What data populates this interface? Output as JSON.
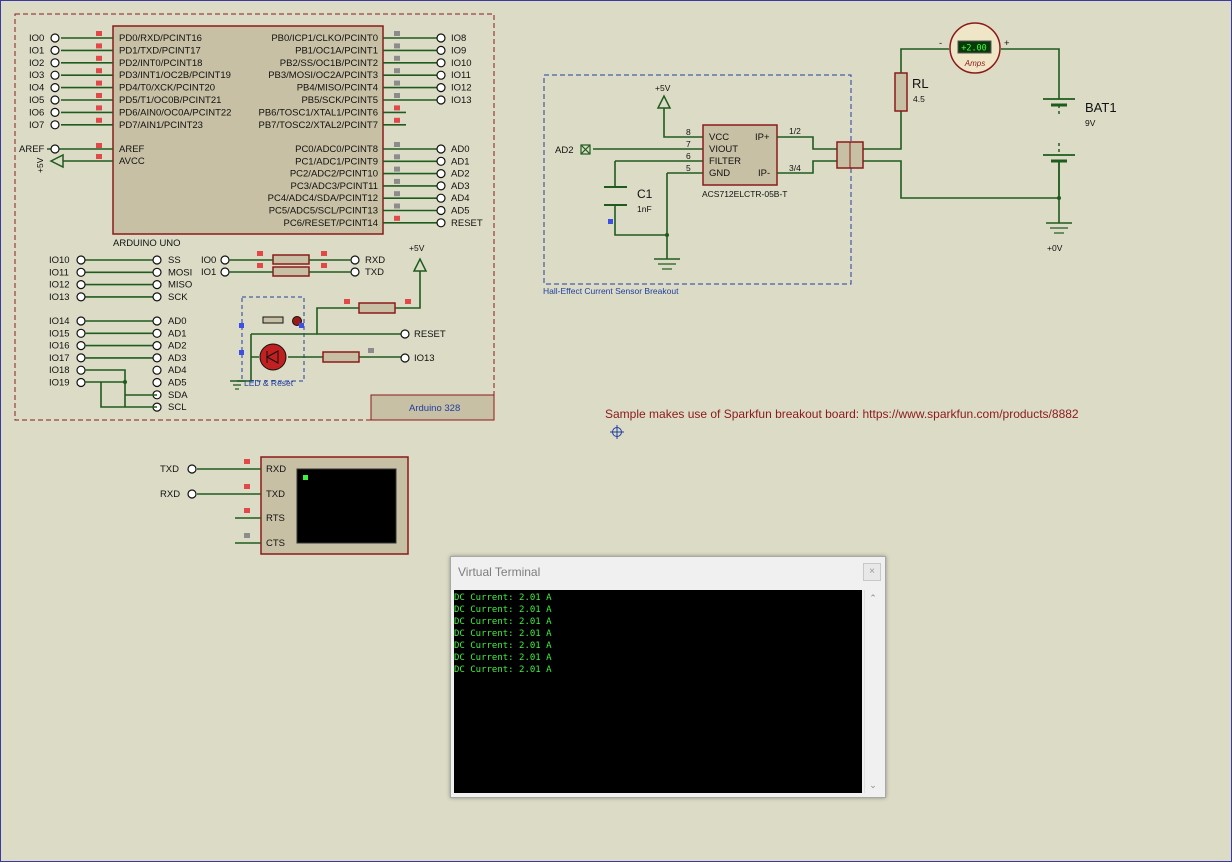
{
  "arduino": {
    "left_pins": [
      "PD0/RXD/PCINT16",
      "PD1/TXD/PCINT17",
      "PD2/INT0/PCINT18",
      "PD3/INT1/OC2B/PCINT19",
      "PD4/T0/XCK/PCINT20",
      "PD5/T1/OC0B/PCINT21",
      "PD6/AIN0/OC0A/PCINT22",
      "PD7/AIN1/PCINT23"
    ],
    "left_nets": [
      "IO0",
      "IO1",
      "IO2",
      "IO3",
      "IO4",
      "IO5",
      "IO6",
      "IO7"
    ],
    "right_pins": [
      "PB0/ICP1/CLKO/PCINT0",
      "PB1/OC1A/PCINT1",
      "PB2/SS/OC1B/PCINT2",
      "PB3/MOSI/OC2A/PCINT3",
      "PB4/MISO/PCINT4",
      "PB5/SCK/PCINT5",
      "PB6/TOSC1/XTAL1/PCINT6",
      "PB7/TOSC2/XTAL2/PCINT7"
    ],
    "right_nets": [
      "IO8",
      "IO9",
      "IO10",
      "IO11",
      "IO12",
      "IO13"
    ],
    "aref_pin": "AREF",
    "avcc_pin": "AVCC",
    "aref_net": "AREF",
    "plus5": "+5V",
    "analog_pins": [
      "PC0/ADC0/PCINT8",
      "PC1/ADC1/PCINT9",
      "PC2/ADC2/PCINT10",
      "PC3/ADC3/PCINT11",
      "PC4/ADC4/SDA/PCINT12",
      "PC5/ADC5/SCL/PCINT13",
      "PC6/RESET/PCINT14"
    ],
    "analog_nets": [
      "AD0",
      "AD1",
      "AD2",
      "AD3",
      "AD4",
      "AD5",
      "RESET"
    ],
    "name": "ARDUINO UNO",
    "spi_left": [
      "IO10",
      "IO11",
      "IO12",
      "IO13"
    ],
    "spi_right": [
      "SS",
      "MOSI",
      "MISO",
      "SCK"
    ],
    "io_extra_left": [
      "IO14",
      "IO15",
      "IO16",
      "IO17",
      "IO18",
      "IO19"
    ],
    "io_extra_right": [
      "AD0",
      "AD1",
      "AD2",
      "AD3",
      "AD4",
      "AD5",
      "SDA",
      "SCL"
    ],
    "uart_left": [
      "IO0",
      "IO1"
    ],
    "uart_right": [
      "RXD",
      "TXD"
    ],
    "reset_label": "RESET",
    "io13_label": "IO13",
    "led_reset_label": "LED & Reset",
    "board_label": "Arduino 328",
    "plus5_top": "+5V"
  },
  "sensor": {
    "plus5": "+5V",
    "ad2": "AD2",
    "pins": [
      "8",
      "7",
      "6",
      "5"
    ],
    "pin_names": [
      "VCC",
      "VIOUT",
      "FILTER",
      "GND"
    ],
    "ip_plus": "IP+",
    "ip_minus": "IP-",
    "pin_12": "1/2",
    "pin_34": "3/4",
    "part": "ACS712ELCTR-05B-T",
    "cap": "C1",
    "cap_val": "1nF",
    "title": "Hall-Effect Current Sensor Breakout"
  },
  "circuit": {
    "rl": "RL",
    "rl_val": "4.5",
    "bat": "BAT1",
    "bat_val": "9V",
    "meter_value": "+2.00",
    "meter_unit": "Amps",
    "minus": "-",
    "plus": "+",
    "ground": "+0V"
  },
  "note": {
    "text": "Sample makes use of Sparkfun breakout board:  https://www.sparkfun.com/products/8882"
  },
  "vterm_symbol": {
    "left_labels": [
      "TXD",
      "RXD"
    ],
    "pins": [
      "RXD",
      "TXD",
      "RTS",
      "CTS"
    ]
  },
  "terminal": {
    "title": "Virtual Terminal",
    "close": "×",
    "lines": [
      "DC Current: 2.01 A",
      "DC Current: 2.01 A",
      "DC Current: 2.01 A",
      "DC Current: 2.01 A",
      "DC Current: 2.01 A",
      "DC Current: 2.01 A",
      "DC Current: 2.01 A"
    ]
  },
  "colors": {
    "wire": "#1f5b1f",
    "component": "#8b1a1a",
    "terminal_text": "#3cf23c",
    "canvas": "#dcdcc6"
  }
}
